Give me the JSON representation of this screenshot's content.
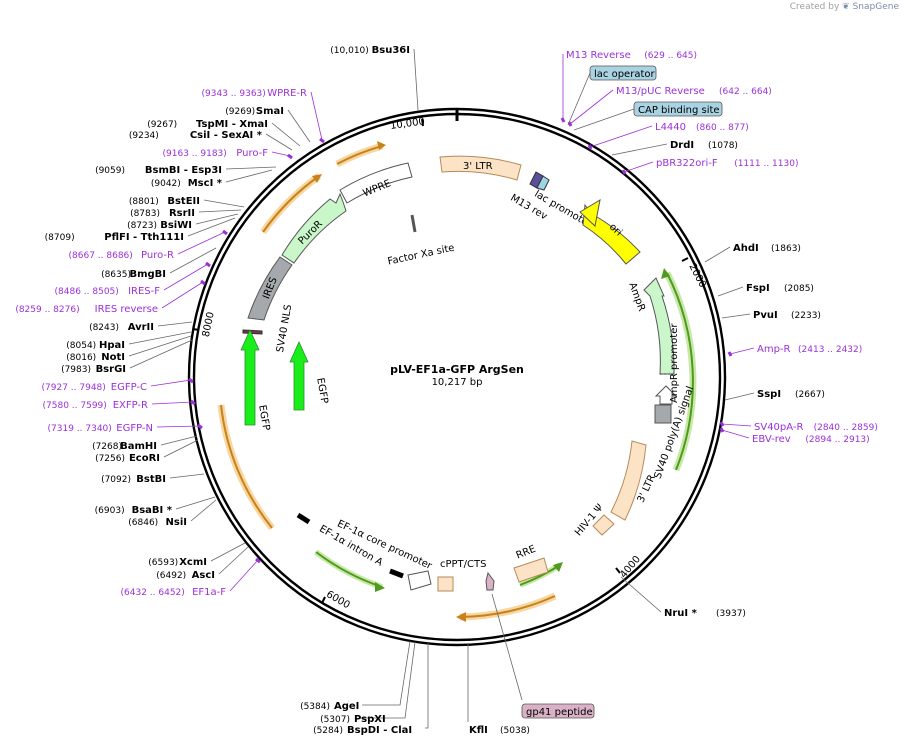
{
  "branding": {
    "created_by": "Created by",
    "app": "SnapGene"
  },
  "plasmid": {
    "name": "pLV-EF1a-GFP ArgSen",
    "length": "10,217 bp"
  },
  "ticks": [
    "10,000",
    "2000",
    "4000",
    "6000",
    "8000"
  ],
  "left_sites": [
    {
      "pos": "(10,010)",
      "name": "Bsu36I",
      "color": "#000000"
    },
    {
      "pos": "(9343 .. 9363)",
      "name": "WPRE-R",
      "color": "#9b30d9"
    },
    {
      "pos": "(9269)",
      "name": "SmaI",
      "color": "#000000"
    },
    {
      "pos": "(9267)",
      "name": "TspMI   - XmaI",
      "color": "#000000"
    },
    {
      "pos": "(9234)",
      "name": "CsiI   - SexAI *",
      "color": "#000000"
    },
    {
      "pos": "(9163 .. 9183)",
      "name": "Puro-F",
      "color": "#9b30d9"
    },
    {
      "pos": "(9059)",
      "name": "BsmBI   - Esp3I",
      "color": "#000000"
    },
    {
      "pos": "(9042)",
      "name": "MscI *",
      "color": "#000000"
    },
    {
      "pos": "(8801)",
      "name": "BstEII",
      "color": "#000000"
    },
    {
      "pos": "(8783)",
      "name": "RsrII",
      "color": "#000000"
    },
    {
      "pos": "(8723)",
      "name": "BsiWI",
      "color": "#000000"
    },
    {
      "pos": "(8709)",
      "name": "PflFI   - Tth111I",
      "color": "#000000"
    },
    {
      "pos": "(8667 .. 8686)",
      "name": "Puro-R",
      "color": "#9b30d9"
    },
    {
      "pos": "(8635)",
      "name": "BmgBI",
      "color": "#000000"
    },
    {
      "pos": "(8486 .. 8505)",
      "name": "IRES-F",
      "color": "#9b30d9"
    },
    {
      "pos": "(8259 .. 8276)",
      "name": "IRES reverse",
      "color": "#9b30d9"
    },
    {
      "pos": "(8243)",
      "name": "AvrII",
      "color": "#000000"
    },
    {
      "pos": "(8054)",
      "name": "HpaI",
      "color": "#000000"
    },
    {
      "pos": "(8016)",
      "name": "NotI",
      "color": "#000000"
    },
    {
      "pos": "(7983)",
      "name": "BsrGI",
      "color": "#000000"
    },
    {
      "pos": "(7927 .. 7948)",
      "name": "EGFP-C",
      "color": "#9b30d9"
    },
    {
      "pos": "(7580 .. 7599)",
      "name": "EXFP-R",
      "color": "#9b30d9"
    },
    {
      "pos": "(7319 .. 7340)",
      "name": "EGFP-N",
      "color": "#9b30d9"
    },
    {
      "pos": "(7268)",
      "name": "BamHI",
      "color": "#000000"
    },
    {
      "pos": "(7256)",
      "name": "EcoRI",
      "color": "#000000"
    },
    {
      "pos": "(7092)",
      "name": "BstBI",
      "color": "#000000"
    },
    {
      "pos": "(6903)",
      "name": "BsaBI *",
      "color": "#000000"
    },
    {
      "pos": "(6846)",
      "name": "NsiI",
      "color": "#000000"
    },
    {
      "pos": "(6593)",
      "name": "XcmI",
      "color": "#000000"
    },
    {
      "pos": "(6492)",
      "name": "AscI",
      "color": "#000000"
    },
    {
      "pos": "(6432 .. 6452)",
      "name": "EF1a-F",
      "color": "#9b30d9"
    }
  ],
  "right_sites": [
    {
      "name": "M13 Reverse",
      "pos": "(629 .. 645)",
      "color": "#9b30d9"
    },
    {
      "name": "M13/pUC Reverse",
      "pos": "(642 .. 664)",
      "color": "#9b30d9"
    },
    {
      "name": "L4440",
      "pos": "(860 .. 877)",
      "color": "#9b30d9"
    },
    {
      "name": "DrdI",
      "pos": "(1078)",
      "color": "#000000"
    },
    {
      "name": "pBR322ori-F",
      "pos": "(1111 .. 1130)",
      "color": "#9b30d9"
    },
    {
      "name": "AhdI",
      "pos": "(1863)",
      "color": "#000000"
    },
    {
      "name": "FspI",
      "pos": "(2085)",
      "color": "#000000"
    },
    {
      "name": "PvuI",
      "pos": "(2233)",
      "color": "#000000"
    },
    {
      "name": "Amp-R",
      "pos": "(2413 .. 2432)",
      "color": "#9b30d9"
    },
    {
      "name": "SspI",
      "pos": "(2667)",
      "color": "#000000"
    },
    {
      "name": "SV40pA-R",
      "pos": "(2840 .. 2859)",
      "color": "#9b30d9"
    },
    {
      "name": "EBV-rev",
      "pos": "(2894 .. 2913)",
      "color": "#9b30d9"
    },
    {
      "name": "NruI *",
      "pos": "(3937)",
      "color": "#000000"
    }
  ],
  "right_boxes": [
    {
      "label": "lac operator",
      "color": "#a9d2e2"
    },
    {
      "label": "CAP binding site",
      "color": "#a9d2e2"
    }
  ],
  "bottom_sites": [
    {
      "pos": "(5384)",
      "name": "AgeI"
    },
    {
      "pos": "(5307)",
      "name": "PspXI"
    },
    {
      "pos": "(5284)",
      "name": "BspDI   - ClaI"
    },
    {
      "pos": "(5038)",
      "name": "KflI"
    }
  ],
  "bottom_box": {
    "label": "gp41 peptide",
    "color": "#dab2c7"
  },
  "features": [
    {
      "label": "3' LTR"
    },
    {
      "label": "WPRE"
    },
    {
      "label": "PuroR"
    },
    {
      "label": "IRES"
    },
    {
      "label": "SV40 NLS"
    },
    {
      "label": "EGFP"
    },
    {
      "label": "EGFP"
    },
    {
      "label": "Factor Xa site"
    },
    {
      "label": "lac promoter"
    },
    {
      "label": "M13 rev"
    },
    {
      "label": "ori"
    },
    {
      "label": "AmpR"
    },
    {
      "label": "AmpR promoter"
    },
    {
      "label": "SV40 poly(A) signal"
    },
    {
      "label": "3' LTR"
    },
    {
      "label": "HIV-1 Ψ"
    },
    {
      "label": "RRE"
    },
    {
      "label": "cPPT/CTS"
    },
    {
      "label": "EF-1α core promoter"
    },
    {
      "label": "EF-1α intron A"
    }
  ],
  "colors": {
    "feature_ltr": "#fde3c5",
    "feature_puro": "#c9f7c9",
    "feature_egfp": "#1aee1a",
    "feature_ori": "#ffff00",
    "feature_ires": "#a5a9ad",
    "orf_orange": "#e3a53b",
    "orf_green": "#5fa02a",
    "primer": "#9b30d9"
  }
}
